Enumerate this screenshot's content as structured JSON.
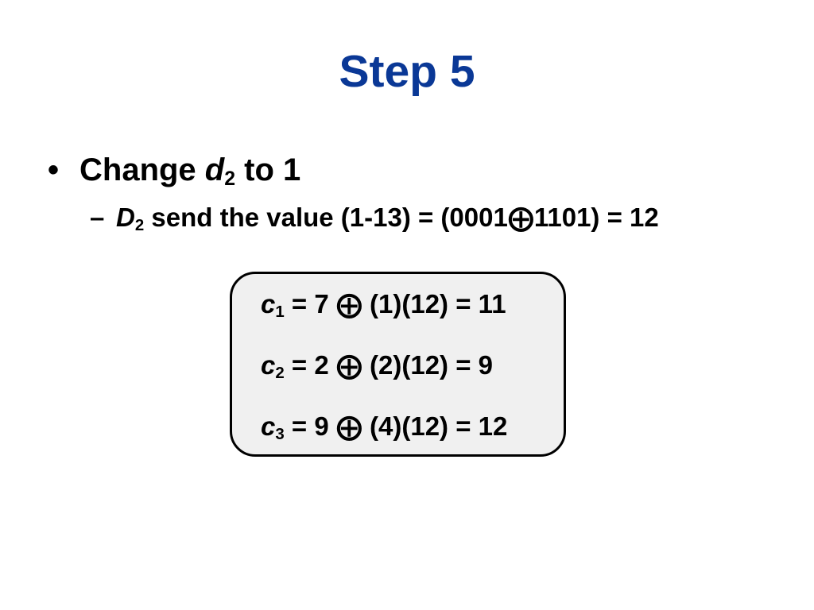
{
  "slide": {
    "title": "Step 5",
    "bullet": {
      "marker": "•",
      "text_before": "Change ",
      "var": "d",
      "sub": "2",
      "text_after": " to 1"
    },
    "subbullet": {
      "marker": "–",
      "var": "D",
      "sub": "2",
      "text": " send the value (1-13) = (0001⨁1101) = 12"
    },
    "equations": [
      {
        "var": "c",
        "sub": "1",
        "rest": " = 7 ⨁ (1)(12) = 11"
      },
      {
        "var": "c",
        "sub": "2",
        "rest": " = 2 ⨁ (2)(12) = 9"
      },
      {
        "var": "c",
        "sub": "3",
        "rest": " = 9 ⨁ (4)(12) = 12"
      }
    ]
  }
}
